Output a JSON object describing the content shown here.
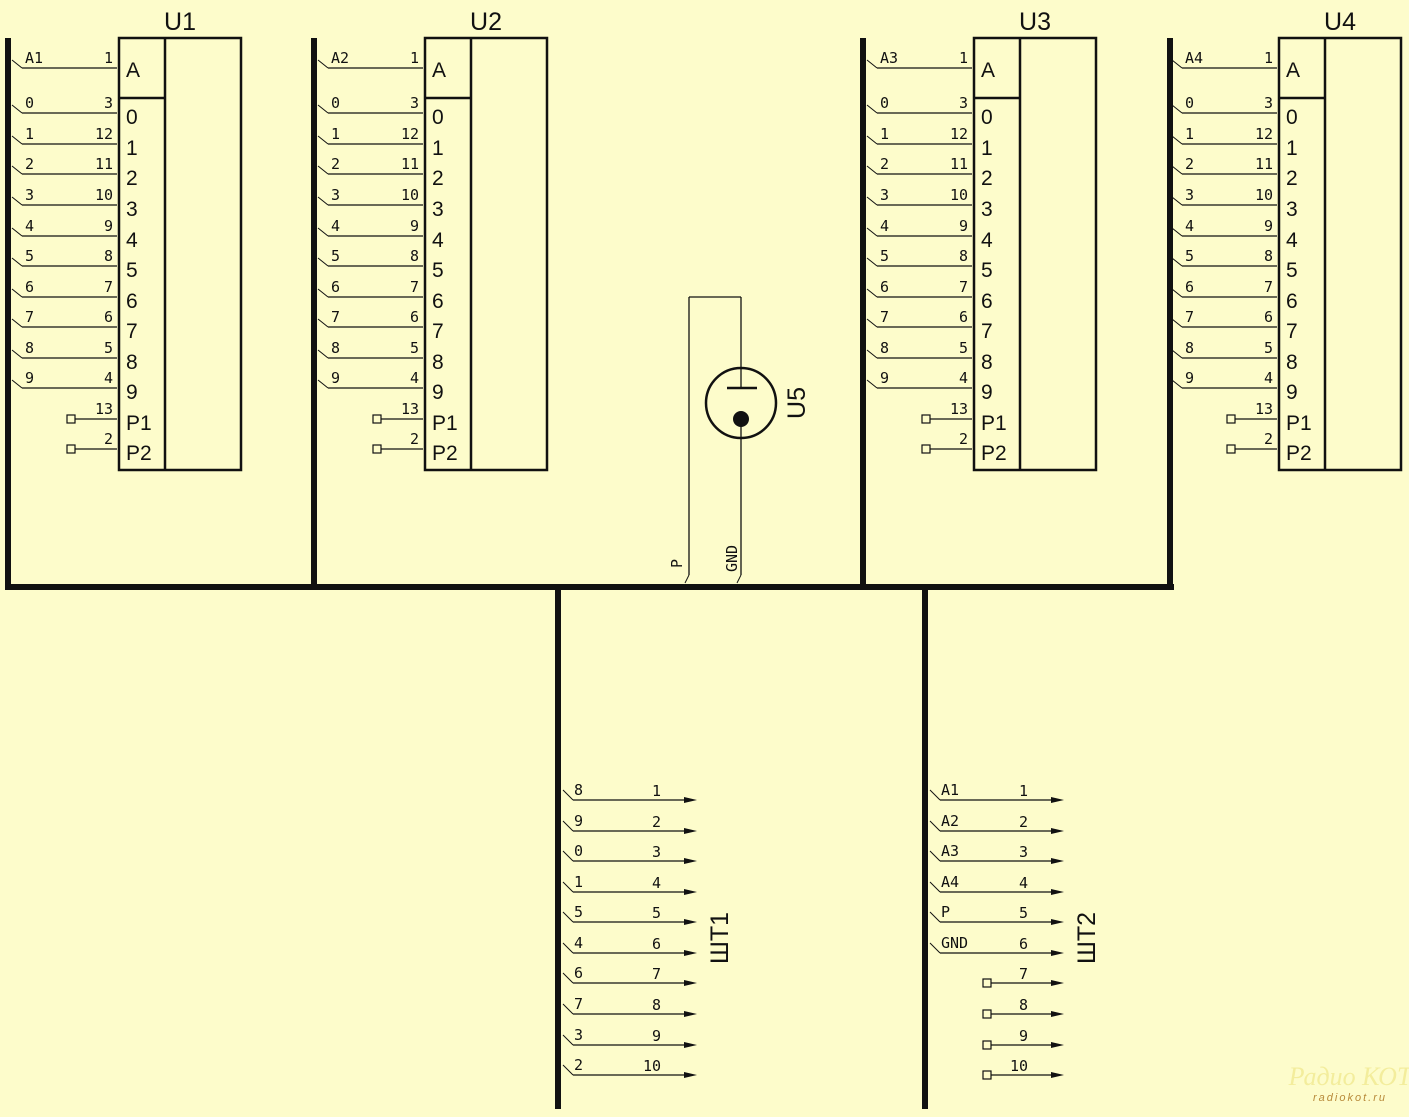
{
  "chips": [
    {
      "name": "U1",
      "signals": [
        "A1",
        "0",
        "1",
        "2",
        "3",
        "4",
        "5",
        "6",
        "7",
        "8",
        "9"
      ],
      "pins": [
        "1",
        "3",
        "12",
        "11",
        "10",
        "9",
        "8",
        "7",
        "6",
        "5",
        "4",
        "13",
        "2"
      ],
      "inner": [
        "A",
        "0",
        "1",
        "2",
        "3",
        "4",
        "5",
        "6",
        "7",
        "8",
        "9",
        "P1",
        "P2"
      ]
    },
    {
      "name": "U2",
      "signals": [
        "A2",
        "0",
        "1",
        "2",
        "3",
        "4",
        "5",
        "6",
        "7",
        "8",
        "9"
      ],
      "pins": [
        "1",
        "3",
        "12",
        "11",
        "10",
        "9",
        "8",
        "7",
        "6",
        "5",
        "4",
        "13",
        "2"
      ],
      "inner": [
        "A",
        "0",
        "1",
        "2",
        "3",
        "4",
        "5",
        "6",
        "7",
        "8",
        "9",
        "P1",
        "P2"
      ]
    },
    {
      "name": "U3",
      "signals": [
        "A3",
        "0",
        "1",
        "2",
        "3",
        "4",
        "5",
        "6",
        "7",
        "8",
        "9"
      ],
      "pins": [
        "1",
        "3",
        "12",
        "11",
        "10",
        "9",
        "8",
        "7",
        "6",
        "5",
        "4",
        "13",
        "2"
      ],
      "inner": [
        "A",
        "0",
        "1",
        "2",
        "3",
        "4",
        "5",
        "6",
        "7",
        "8",
        "9",
        "P1",
        "P2"
      ]
    },
    {
      "name": "U4",
      "signals": [
        "A4",
        "0",
        "1",
        "2",
        "3",
        "4",
        "5",
        "6",
        "7",
        "8",
        "9"
      ],
      "pins": [
        "1",
        "3",
        "12",
        "11",
        "10",
        "9",
        "8",
        "7",
        "6",
        "5",
        "4",
        "13",
        "2"
      ],
      "inner": [
        "A",
        "0",
        "1",
        "2",
        "3",
        "4",
        "5",
        "6",
        "7",
        "8",
        "9",
        "P1",
        "P2"
      ]
    }
  ],
  "sensor": {
    "name": "U5",
    "wire_p": "P",
    "wire_gnd": "GND"
  },
  "connectors": [
    {
      "name": "ШТ1",
      "signals": [
        "8",
        "9",
        "0",
        "1",
        "5",
        "4",
        "6",
        "7",
        "3",
        "2"
      ],
      "pins": [
        "1",
        "2",
        "3",
        "4",
        "5",
        "6",
        "7",
        "8",
        "9",
        "10"
      ]
    },
    {
      "name": "ШТ2",
      "signals": [
        "A1",
        "A2",
        "A3",
        "A4",
        "P",
        "GND",
        "",
        "",
        "",
        ""
      ],
      "pins": [
        "1",
        "2",
        "3",
        "4",
        "5",
        "6",
        "7",
        "8",
        "9",
        "10"
      ]
    }
  ],
  "watermark": {
    "logo": "Радио КОТ",
    "url": "radiokot.ru"
  },
  "colors": {
    "background": "#fdfccb",
    "line": "#111111",
    "bus": "#333333"
  }
}
